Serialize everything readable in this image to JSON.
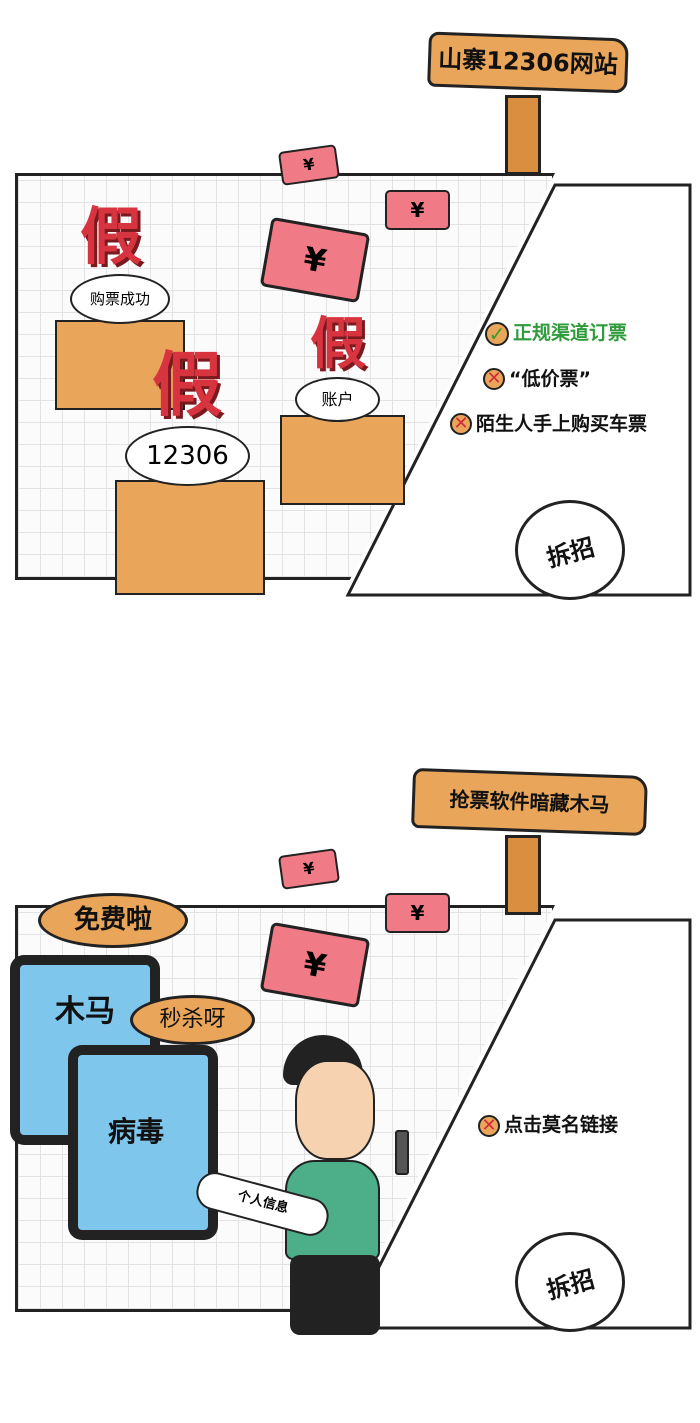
{
  "panel1": {
    "sign": "山寨12306网站",
    "fake_char": "假",
    "boxes": [
      "购票成功",
      "12306",
      "账户"
    ],
    "currency": "¥",
    "tips": [
      {
        "type": "check",
        "text": "正规渠道订票"
      },
      {
        "type": "cross",
        "text": "“低价票”"
      },
      {
        "type": "cross",
        "text": "陌生人手上购买车票"
      }
    ],
    "burst": "拆招"
  },
  "panel2": {
    "sign": "抢票软件暗藏木马",
    "currency": "¥",
    "speech1": "免费啦",
    "speech2": "秒杀呀",
    "phone1": "木马",
    "phone2": "病毒",
    "paper": "个人信息",
    "tips": [
      {
        "type": "cross",
        "text": "点击莫名链接"
      }
    ],
    "burst": "拆招"
  },
  "colors": {
    "wood": "#e9a65a",
    "red": "#d8343f",
    "pink": "#f07a85",
    "blue": "#7fc6ec",
    "green": "#4caf8a"
  }
}
